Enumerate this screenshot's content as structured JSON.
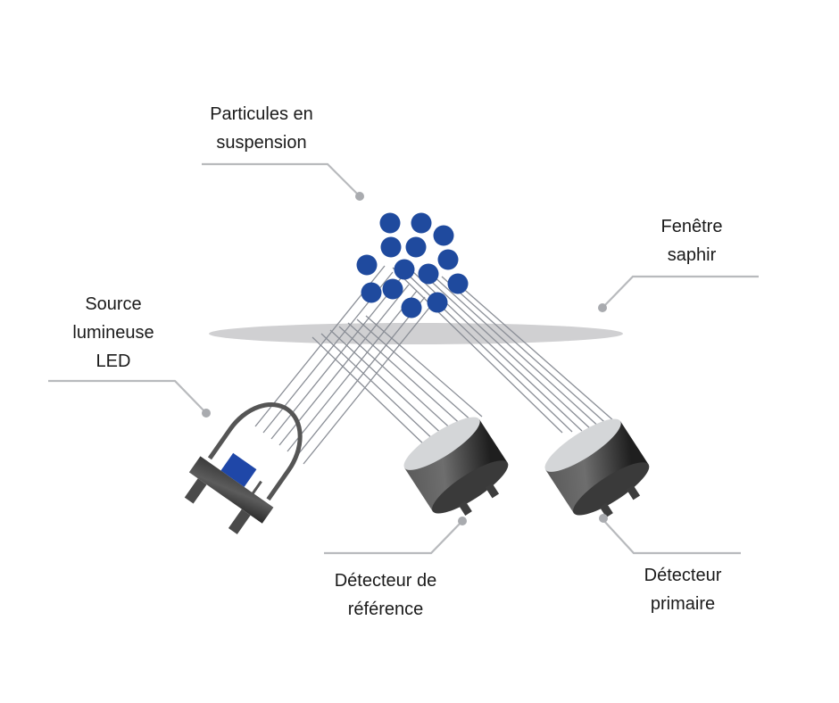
{
  "diagram": {
    "topic": "Turbidity sensor optical principle",
    "labels": {
      "particles": [
        "Particules en",
        "suspension"
      ],
      "sapphire_window": [
        "Fenêtre",
        "saphir"
      ],
      "light_source": [
        "Source",
        "lumineuse",
        "LED"
      ],
      "reference_detector": [
        "Détecteur de",
        "référence"
      ],
      "primary_detector": [
        "Détecteur",
        "primaire"
      ]
    },
    "components": [
      {
        "id": "particles",
        "name": "Particules en suspension",
        "count": 14
      },
      {
        "id": "sapphire_window",
        "name": "Fenêtre saphir"
      },
      {
        "id": "led",
        "name": "Source lumineuse LED"
      },
      {
        "id": "reference_detector",
        "name": "Détecteur de référence"
      },
      {
        "id": "primary_detector",
        "name": "Détecteur primaire"
      }
    ],
    "colors": {
      "particle": "#1f4a9e",
      "led_chip": "#1f47a8",
      "window": "#d0d0d2",
      "beam": "#8a8e96",
      "leader_line": "#b8babd",
      "leader_dot": "#a9abaf",
      "detector_dark": "#2f2f2f",
      "detector_light": "#d4d6d8",
      "text": "#1a1a1a"
    }
  }
}
